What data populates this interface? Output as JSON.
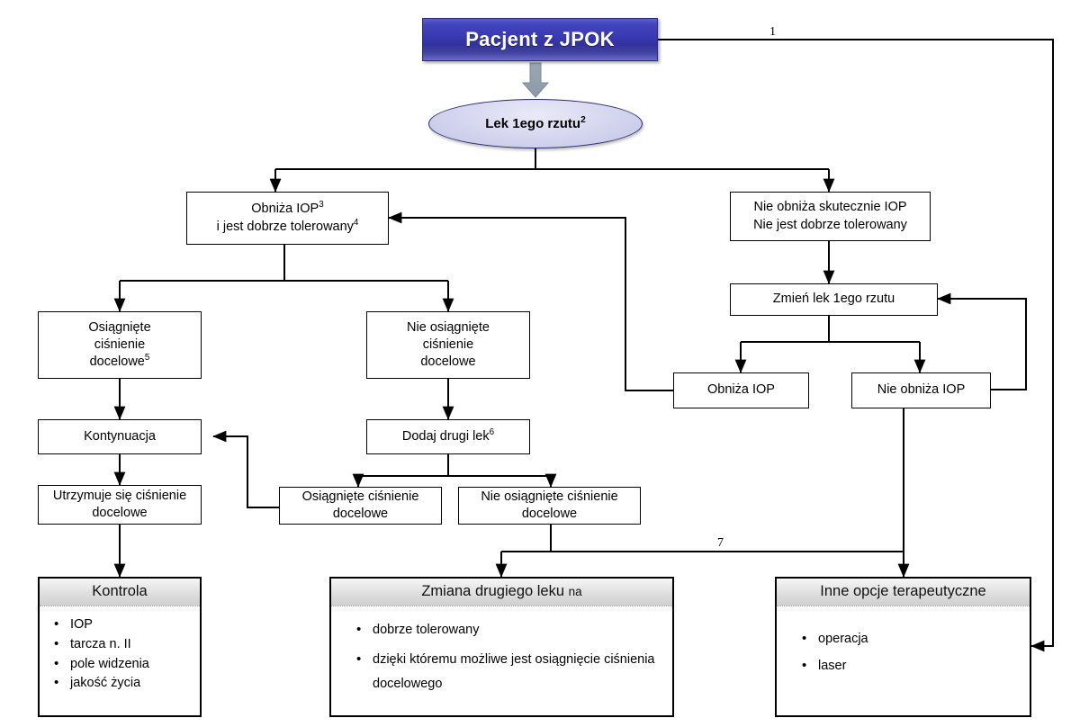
{
  "diagram": {
    "title_banner": {
      "label": "Pacjent z JPOK"
    },
    "decision_ellipse": {
      "label": "Lek 1ego rzutu",
      "superscript": "2"
    },
    "boxes": {
      "lowers_iop_tolerated": {
        "line1": "Obniża IOP",
        "line1_sup": "3",
        "line2": "i jest dobrze tolerowany",
        "line2_sup": "4"
      },
      "not_lowering_not_tolerated": {
        "line1": "Nie obniża skutecznie IOP",
        "line2": "Nie jest dobrze tolerowany"
      },
      "target_pressure_reached": {
        "line1": "Osiągnięte",
        "line2": "ciśnienie",
        "line3": "docelowe",
        "line3_sup": "5"
      },
      "target_pressure_not_reached": {
        "line1": "Nie osiągnięte",
        "line2": "ciśnienie",
        "line3": "docelowe"
      },
      "change_first_line_drug": {
        "label": "Zmień lek 1ego rzutu"
      },
      "lowers_iop": {
        "label": "Obniża IOP"
      },
      "not_lowering_iop": {
        "label": "Nie obniża IOP"
      },
      "continuation": {
        "label": "Kontynuacja"
      },
      "add_second_drug": {
        "label": "Dodaj drugi lek",
        "sup": "6"
      },
      "pressure_maintained": {
        "line1": "Utrzymuje się ciśnienie",
        "line2": "docelowe"
      },
      "second_target_reached": {
        "line1": "Osiągnięte ciśnienie",
        "line2": "docelowe"
      },
      "second_target_not_reached": {
        "line1": "Nie osiągnięte ciśnienie",
        "line2": "docelowe"
      }
    },
    "panels": {
      "kontrola": {
        "header": "Kontrola",
        "items": [
          "IOP",
          "tarcza n. II",
          "pole widzenia",
          "jakość życia"
        ]
      },
      "zmiana_drugiego_leku": {
        "header_main": "Zmiana drugiego leku",
        "header_small": "na",
        "items": [
          "dobrze tolerowany",
          "dzięki któremu możliwe jest osiągnięcie ciśnienia docelowego"
        ]
      },
      "inne_opcje": {
        "header": "Inne opcje terapeutyczne",
        "items": [
          "operacja",
          "laser"
        ]
      }
    },
    "wire_labels": {
      "one": "1",
      "seven": "7"
    },
    "colors": {
      "banner_start": "#5b5fd0",
      "banner_end": "#32329f",
      "ellipse_fill": "#d3d5ef",
      "ellipse_stroke": "#2b2b6e",
      "panel_header": "#e3e3e3",
      "line": "#000000",
      "background": "#ffffff"
    }
  }
}
